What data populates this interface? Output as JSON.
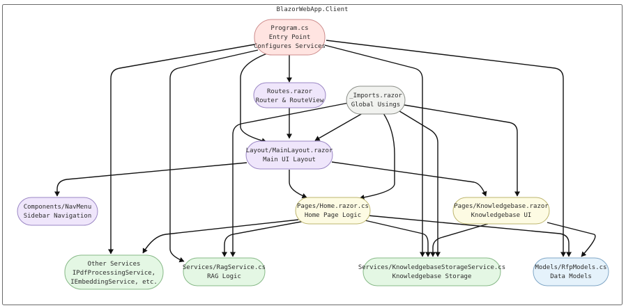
{
  "diagram": {
    "title": "BlazorWebApp.Client",
    "nodes": {
      "program": {
        "line1": "Program.cs",
        "line2": "Entry Point",
        "line3": "Configures Services",
        "fill": "#ffe4e1",
        "stroke": "#cc8a8a"
      },
      "routes": {
        "line1": "Routes.razor",
        "line2": "Router & RouteView",
        "fill": "#efe6fb",
        "stroke": "#9a86c4"
      },
      "imports": {
        "line1": "_Imports.razor",
        "line2": "Global Usings",
        "fill": "#f1f2ef",
        "stroke": "#8c8f88"
      },
      "layout": {
        "line1": "Layout/MainLayout.razor",
        "line2": "Main UI Layout",
        "fill": "#efe6fb",
        "stroke": "#9a86c4"
      },
      "navmenu": {
        "line1": "Components/NavMenu",
        "line2": "Sidebar Navigation",
        "fill": "#efe6fb",
        "stroke": "#9a86c4"
      },
      "home": {
        "line1": "Pages/Home.razor.cs",
        "line2": "Home Page Logic",
        "fill": "#fdfbe3",
        "stroke": "#bdb56e"
      },
      "kb": {
        "line1": "Pages/Knowledgebase.razor",
        "line2": "Knowledgebase UI",
        "fill": "#fdfbe3",
        "stroke": "#bdb56e"
      },
      "other": {
        "line1": "Other Services",
        "line2": "IPdfProcessingService,",
        "line3": "IEmbeddingService, etc.",
        "fill": "#e4f7e4",
        "stroke": "#86b886"
      },
      "rag": {
        "line1": "Services/RagService.cs",
        "line2": "RAG Logic",
        "fill": "#e4f7e4",
        "stroke": "#86b886"
      },
      "kbstorage": {
        "line1": "Services/KnowledgebaseStorageService.cs",
        "line2": "Knowledgebase Storage",
        "fill": "#e4f7e4",
        "stroke": "#86b886"
      },
      "models": {
        "line1": "Models/RfpModels.cs",
        "line2": "Data Models",
        "fill": "#e5f2fb",
        "stroke": "#7fa6c6"
      }
    },
    "edges": [
      [
        "program",
        "routes"
      ],
      [
        "program",
        "layout"
      ],
      [
        "program",
        "other"
      ],
      [
        "program",
        "rag"
      ],
      [
        "program",
        "kbstorage"
      ],
      [
        "program",
        "models"
      ],
      [
        "routes",
        "layout"
      ],
      [
        "imports",
        "layout"
      ],
      [
        "imports",
        "rag"
      ],
      [
        "imports",
        "home"
      ],
      [
        "imports",
        "kb"
      ],
      [
        "imports",
        "kbstorage"
      ],
      [
        "layout",
        "navmenu"
      ],
      [
        "layout",
        "home"
      ],
      [
        "layout",
        "kb"
      ],
      [
        "home",
        "other"
      ],
      [
        "home",
        "rag"
      ],
      [
        "home",
        "kbstorage"
      ],
      [
        "home",
        "models"
      ],
      [
        "kb",
        "kbstorage"
      ],
      [
        "kb",
        "models"
      ]
    ]
  }
}
